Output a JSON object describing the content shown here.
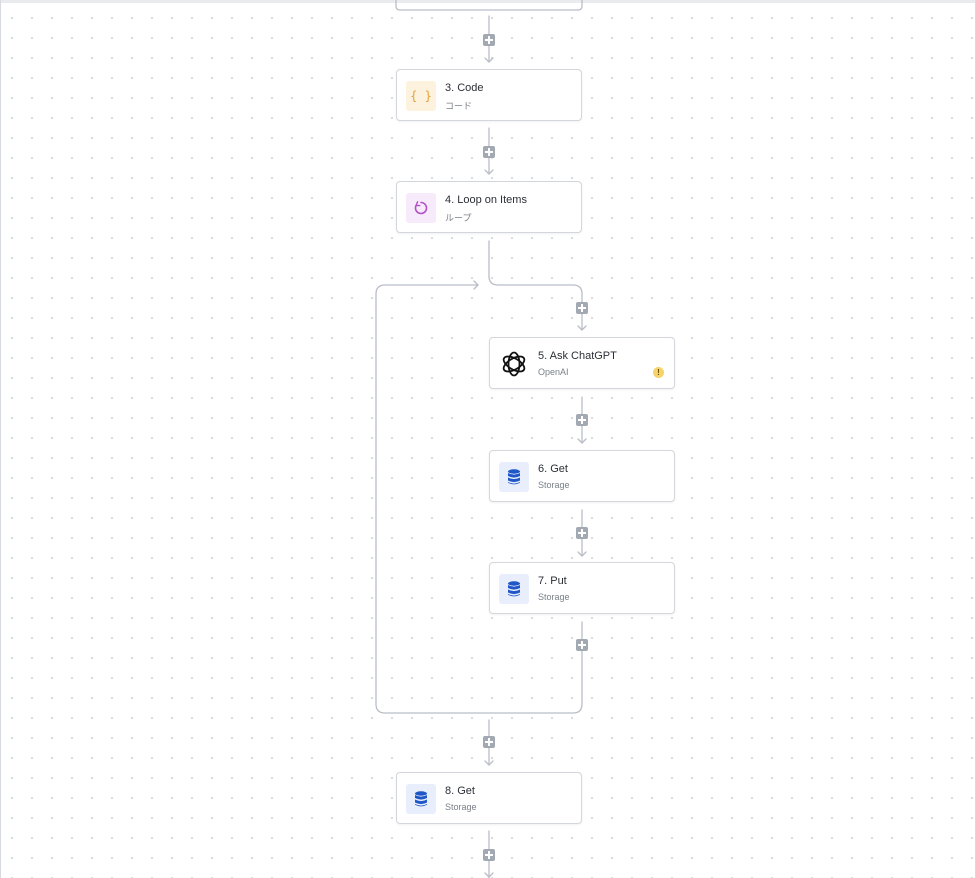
{
  "nodes": [
    {
      "id": "code",
      "title": "3. Code",
      "subtitle": "コード",
      "icon": "curly-braces-icon",
      "icon_glyph": "{ }"
    },
    {
      "id": "loop",
      "title": "4. Loop on Items",
      "subtitle": "ループ",
      "icon": "loop-icon"
    },
    {
      "id": "chatgpt",
      "title": "5. Ask ChatGPT",
      "subtitle": "OpenAI",
      "icon": "openai-icon",
      "warning": "!"
    },
    {
      "id": "get6",
      "title": "6. Get",
      "subtitle": "Storage",
      "icon": "database-icon"
    },
    {
      "id": "put7",
      "title": "7. Put",
      "subtitle": "Storage",
      "icon": "database-icon"
    },
    {
      "id": "get8",
      "title": "8. Get",
      "subtitle": "Storage",
      "icon": "database-icon"
    }
  ],
  "colors": {
    "connector": "#b9bec6",
    "add_button": "#a3a9b2",
    "code_icon": "#e2a33a",
    "loop_icon": "#b04fc7",
    "storage_icon": "#1f57c7",
    "warning": "#f6d36b"
  }
}
